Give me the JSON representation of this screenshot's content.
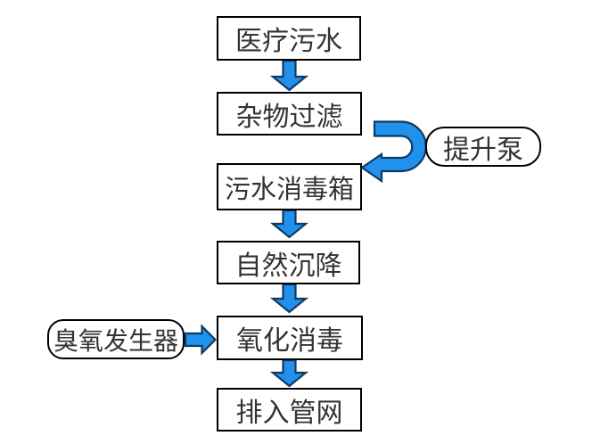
{
  "diagram": {
    "type": "flowchart",
    "subject": "medical wastewater treatment process",
    "flow_nodes": [
      {
        "id": "medical-wastewater",
        "label": "医疗污水",
        "shape": "rect"
      },
      {
        "id": "debris-filtering",
        "label": "杂物过滤",
        "shape": "rect"
      },
      {
        "id": "sewage-disinfection-tank",
        "label": "污水消毒箱",
        "shape": "rect"
      },
      {
        "id": "natural-sedimentation",
        "label": "自然沉降",
        "shape": "rect"
      },
      {
        "id": "oxidation-disinfection",
        "label": "氧化消毒",
        "shape": "rect"
      },
      {
        "id": "discharge-to-pipe-network",
        "label": "排入管网",
        "shape": "rect"
      }
    ],
    "aux_nodes": [
      {
        "id": "lift-pump",
        "label": "提升泵",
        "shape": "rounded-rect"
      },
      {
        "id": "ozone-generator",
        "label": "臭氧发生器",
        "shape": "rounded-rect"
      }
    ],
    "edges": [
      {
        "from": "医疗污水",
        "to": "杂物过滤",
        "style": "straight-down"
      },
      {
        "from": "杂物过滤",
        "to": "污水消毒箱",
        "style": "curved-u-turn-right",
        "via": "提升泵"
      },
      {
        "from": "污水消毒箱",
        "to": "自然沉降",
        "style": "straight-down"
      },
      {
        "from": "自然沉降",
        "to": "氧化消毒",
        "style": "straight-down"
      },
      {
        "from": "臭氧发生器",
        "to": "氧化消毒",
        "style": "straight-right"
      },
      {
        "from": "氧化消毒",
        "to": "排入管网",
        "style": "straight-down"
      }
    ],
    "colors": {
      "arrow_fill": "#2191ee",
      "arrow_stroke": "#123a5f",
      "box_border": "#000000",
      "box_fill": "#ffffff",
      "text": "#333333",
      "background": "#ffffff"
    }
  }
}
